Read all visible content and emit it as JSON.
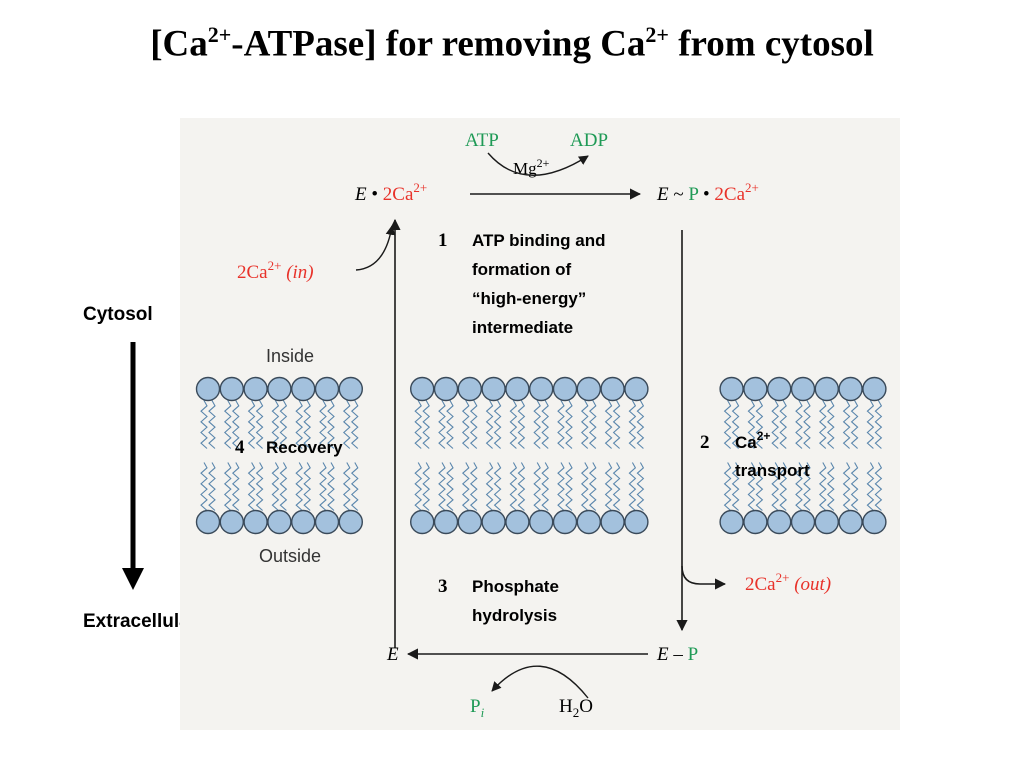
{
  "title": {
    "part1": "[Ca",
    "sup1": "2+",
    "part2": "-ATPase] for removing Ca",
    "sup2": "2+",
    "part3": " from cytosol"
  },
  "side_labels": {
    "top": "Cytosol",
    "bottom": "Extracellular"
  },
  "membrane": {
    "inside": "Inside",
    "outside": "Outside"
  },
  "species": {
    "e_2ca": {
      "e": "E",
      "dot": " • ",
      "ca": "2Ca",
      "sup": "2+"
    },
    "e_p_2ca": {
      "e": "E",
      "tilde": " ~ ",
      "p": "P",
      "dot": " • ",
      "ca": "2Ca",
      "sup": "2+"
    },
    "ca_in": {
      "ca": "2Ca",
      "sup": "2+",
      "tag": "(in)"
    },
    "ca_out": {
      "ca": "2Ca",
      "sup": "2+",
      "tag": "(out)"
    },
    "e_minus_p": {
      "e": "E",
      "dash": " – ",
      "p": "P"
    },
    "e_alone": "E",
    "atp": "ATP",
    "adp": "ADP",
    "mg": {
      "base": "Mg",
      "sup": "2+"
    },
    "pi": {
      "base": "P",
      "sub": "i"
    },
    "water": {
      "h": "H",
      "sub": "2",
      "o": "O"
    }
  },
  "steps": {
    "step1": {
      "number": "1",
      "lines": [
        "ATP binding and",
        "formation of",
        "“high-energy”",
        "intermediate"
      ]
    },
    "step2": {
      "number": "2",
      "line1": "Ca",
      "sup": "2+",
      "line2": "transport"
    },
    "step3": {
      "number": "3",
      "lines": [
        "Phosphate",
        "hydrolysis"
      ]
    },
    "step4": {
      "number": "4",
      "label": "Recovery"
    }
  },
  "colors": {
    "red": "#e8322a",
    "green": "#1f9a56",
    "lipid_head": "#a3c1dd",
    "lipid_edge": "#3a4a5a",
    "tail": "#5b87ad",
    "panel_bg": "#f4f3f0"
  }
}
